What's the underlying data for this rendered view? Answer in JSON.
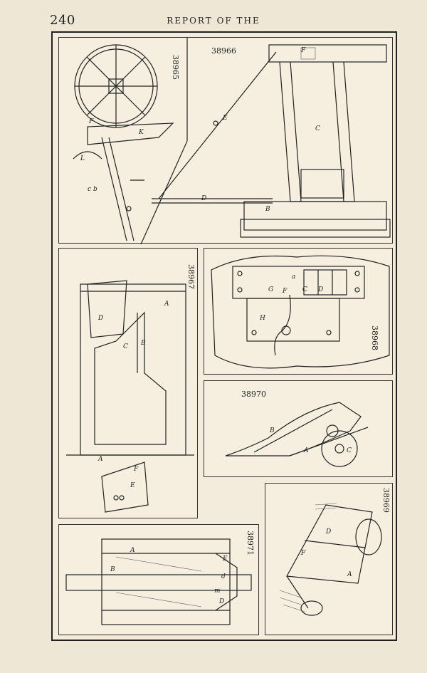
{
  "header": {
    "page_number": "240",
    "running_head": "REPORT OF THE"
  },
  "figures": {
    "f38965": "38965",
    "f38966": "38966",
    "f38967": "38967",
    "f38968": "38968",
    "f38970": "38970",
    "f38969": "38969",
    "f38971": "38971"
  }
}
